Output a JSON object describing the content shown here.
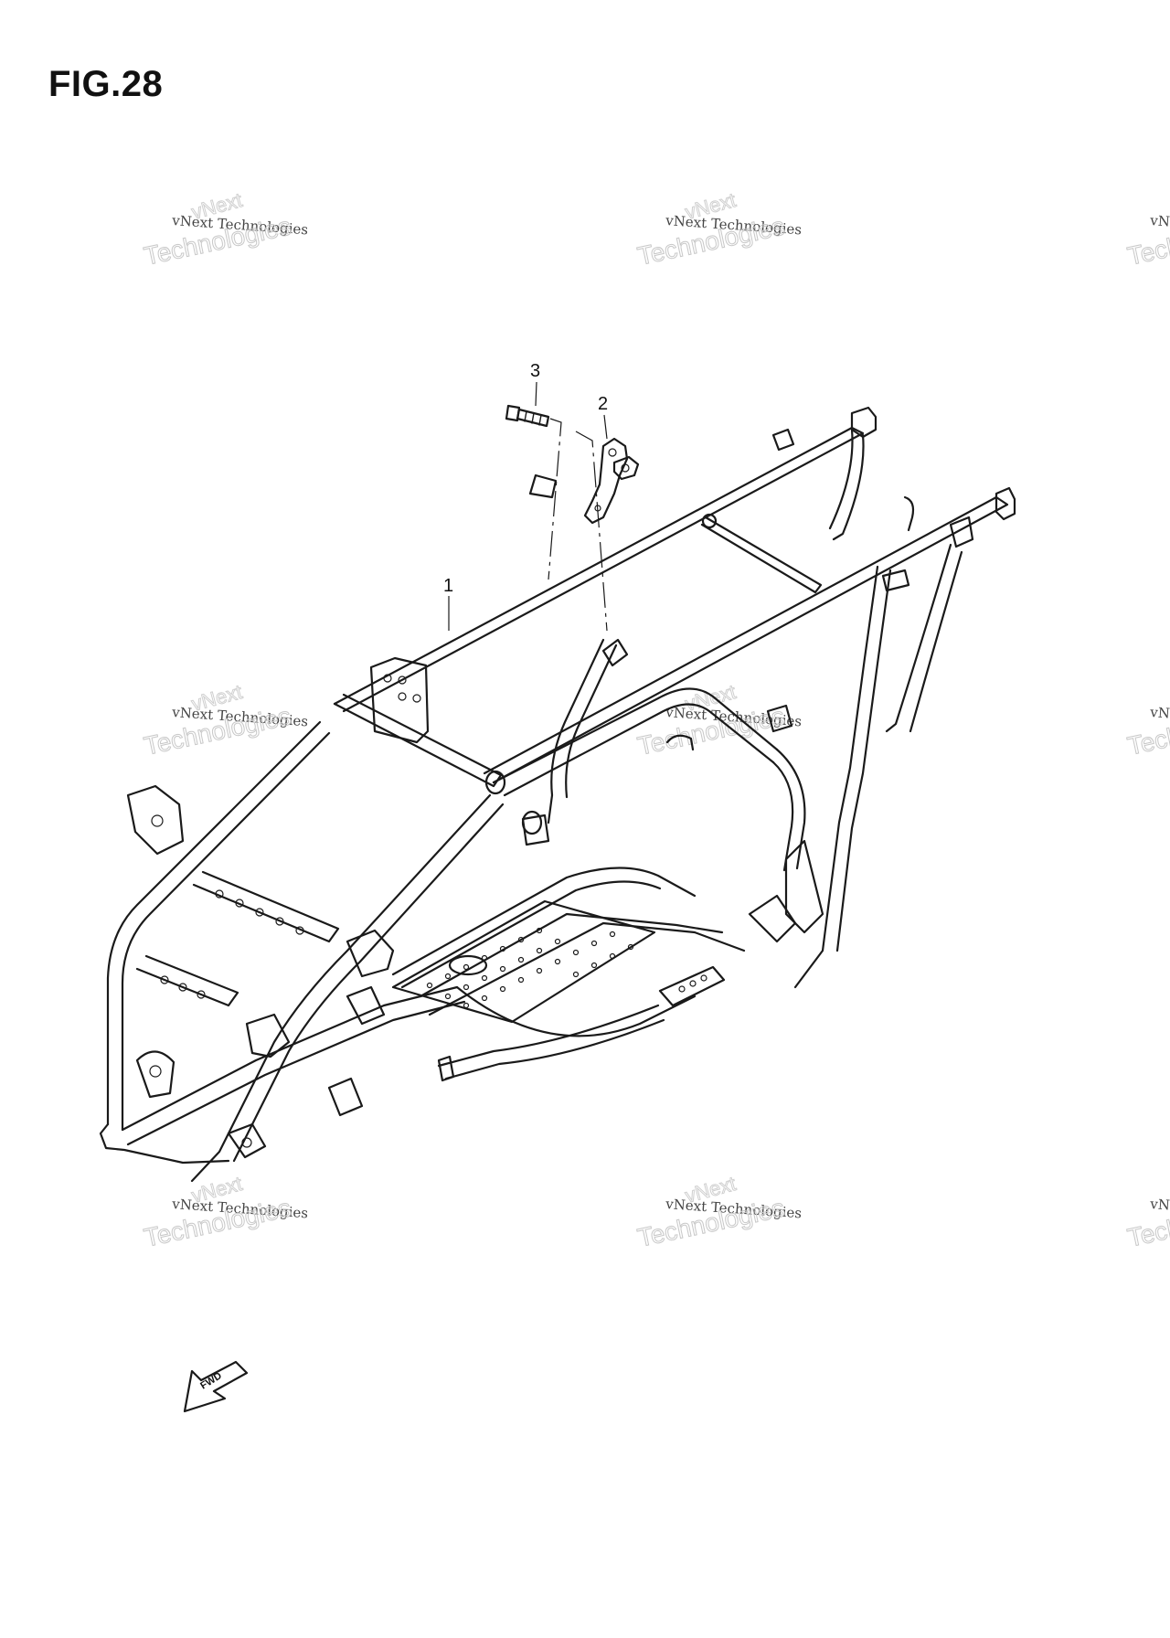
{
  "figure": {
    "title": "FIG.28"
  },
  "callouts": [
    {
      "number": "1",
      "part": "frame"
    },
    {
      "number": "2",
      "part": "bracket"
    },
    {
      "number": "3",
      "part": "bolt"
    }
  ],
  "direction_arrow": {
    "label": "FWD"
  },
  "watermark": {
    "line_small": "vNext Technologies",
    "line_big": "Technologies",
    "line_tilt": "vNext"
  }
}
